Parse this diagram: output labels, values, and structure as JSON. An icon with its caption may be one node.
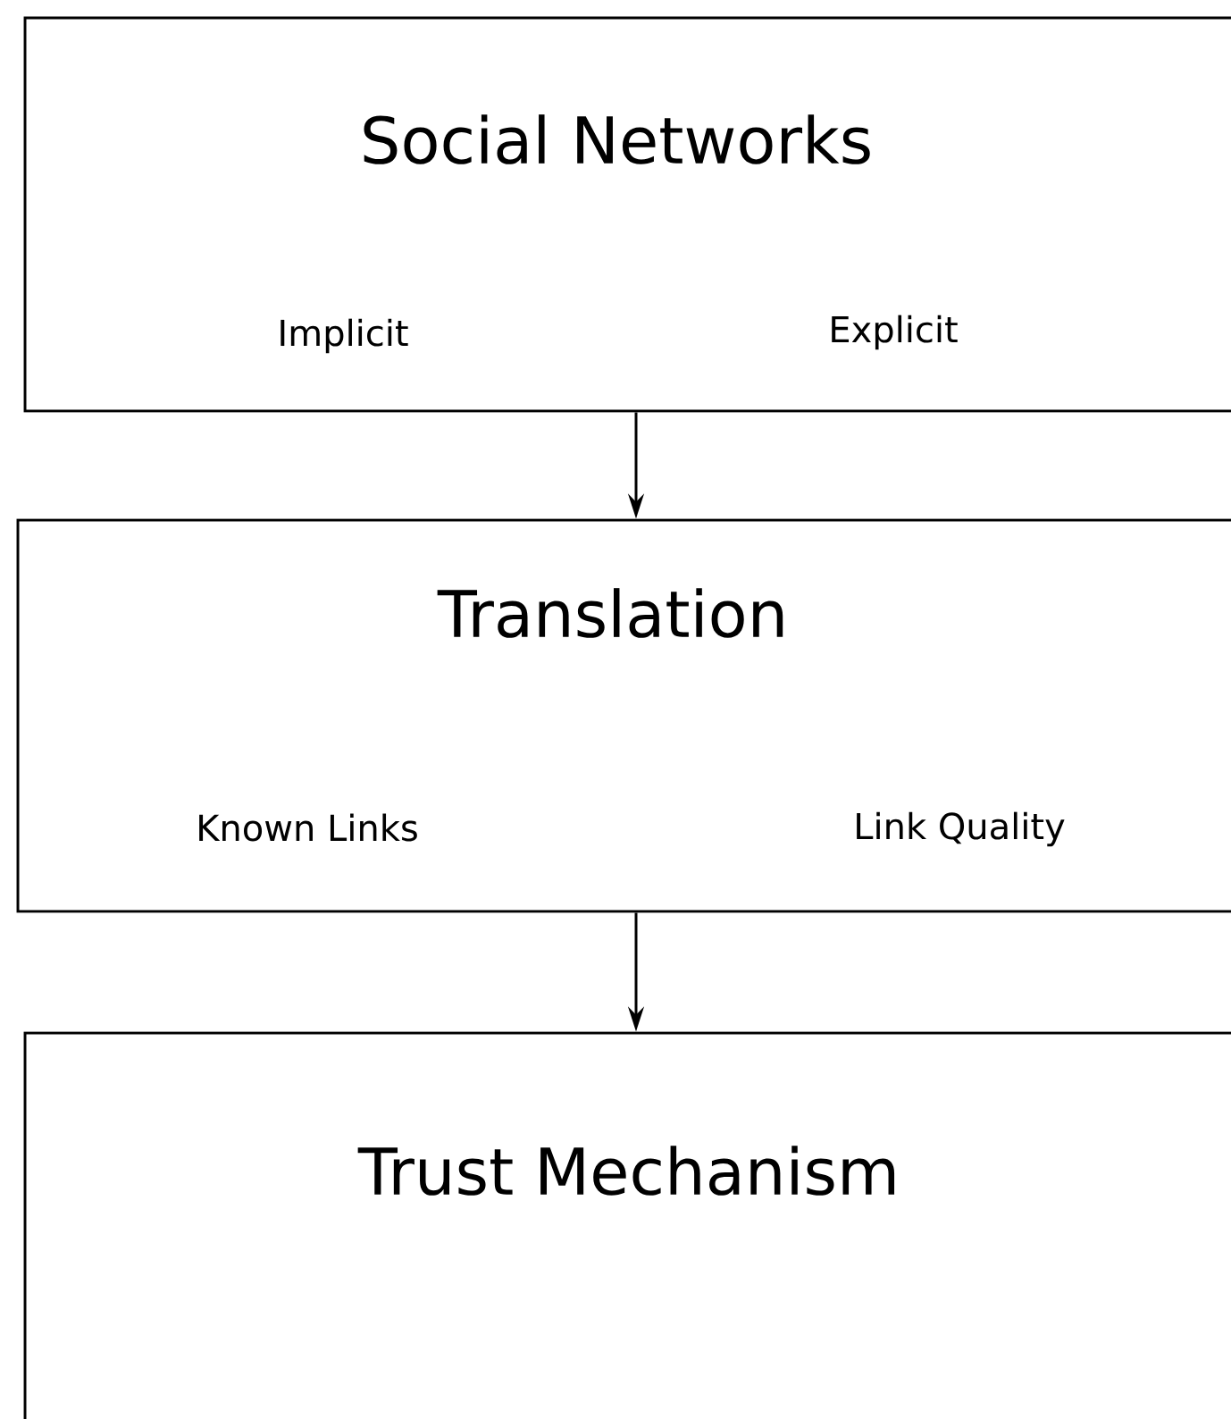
{
  "diagram": {
    "nodes": [
      {
        "text": [
          "Social Networks",
          "Implicit",
          "Explicit"
        ]
      },
      {
        "text": [
          "Translation",
          "Known Links",
          "Link Quality"
        ]
      },
      {
        "text": [
          "Trust Mechanism"
        ]
      }
    ],
    "edges": [
      {
        "from": 0,
        "to": 1,
        "arrow": "to"
      },
      {
        "from": 1,
        "to": 2,
        "arrow": "to"
      }
    ]
  }
}
